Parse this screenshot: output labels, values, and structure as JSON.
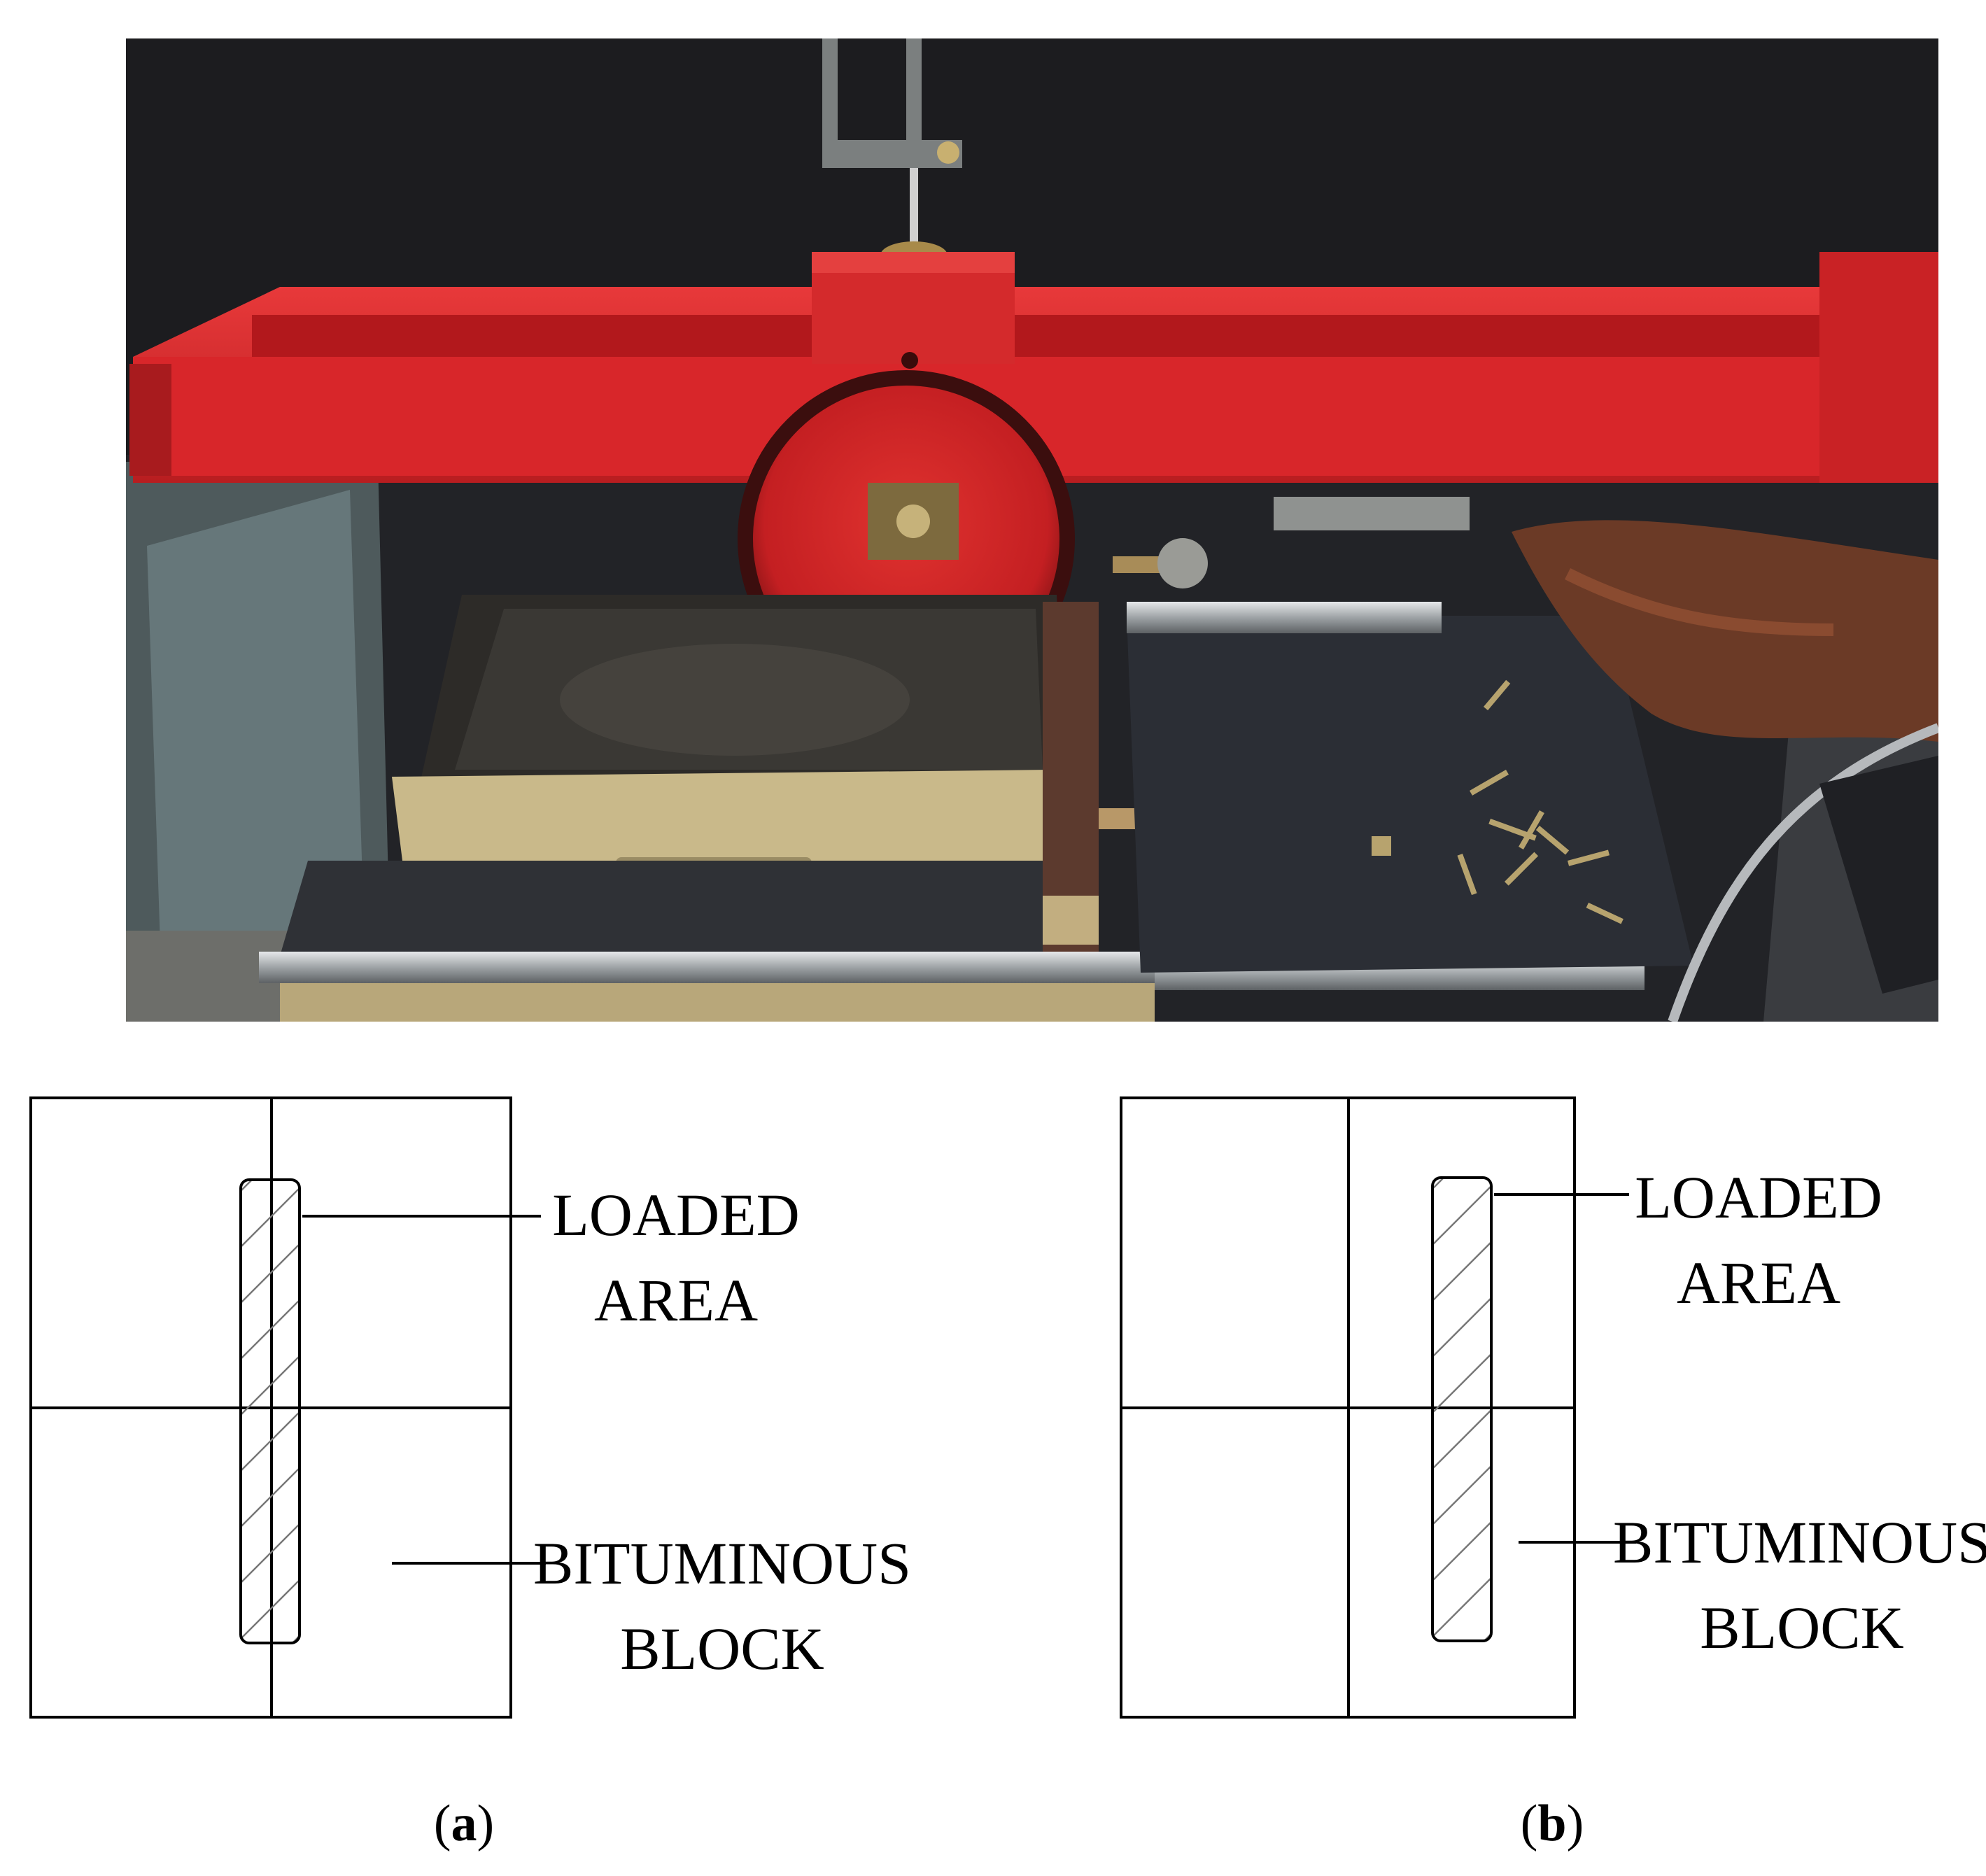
{
  "photo": {
    "description_icon": "wheel-tracking-test-machine-photo",
    "colors": {
      "background": "#1b1b1d",
      "frame_red": "#d8262a",
      "frame_red_dark": "#a31618",
      "steel": "#8b8f92",
      "mold": "#c9b98a",
      "table": "#2b2d31"
    }
  },
  "diagrams": [
    {
      "id": "a",
      "loaded_label": [
        "LOADED",
        "AREA"
      ],
      "block_label": [
        "BITUMINOUS",
        "BLOCK"
      ],
      "caption": {
        "open": "(",
        "letter": "a",
        "close": ")"
      }
    },
    {
      "id": "b",
      "loaded_label": [
        "LOADED",
        "AREA"
      ],
      "block_label": [
        "BITUMINOUS",
        "BLOCK"
      ],
      "caption": {
        "open": "(",
        "letter": "b",
        "close": ")"
      }
    }
  ]
}
